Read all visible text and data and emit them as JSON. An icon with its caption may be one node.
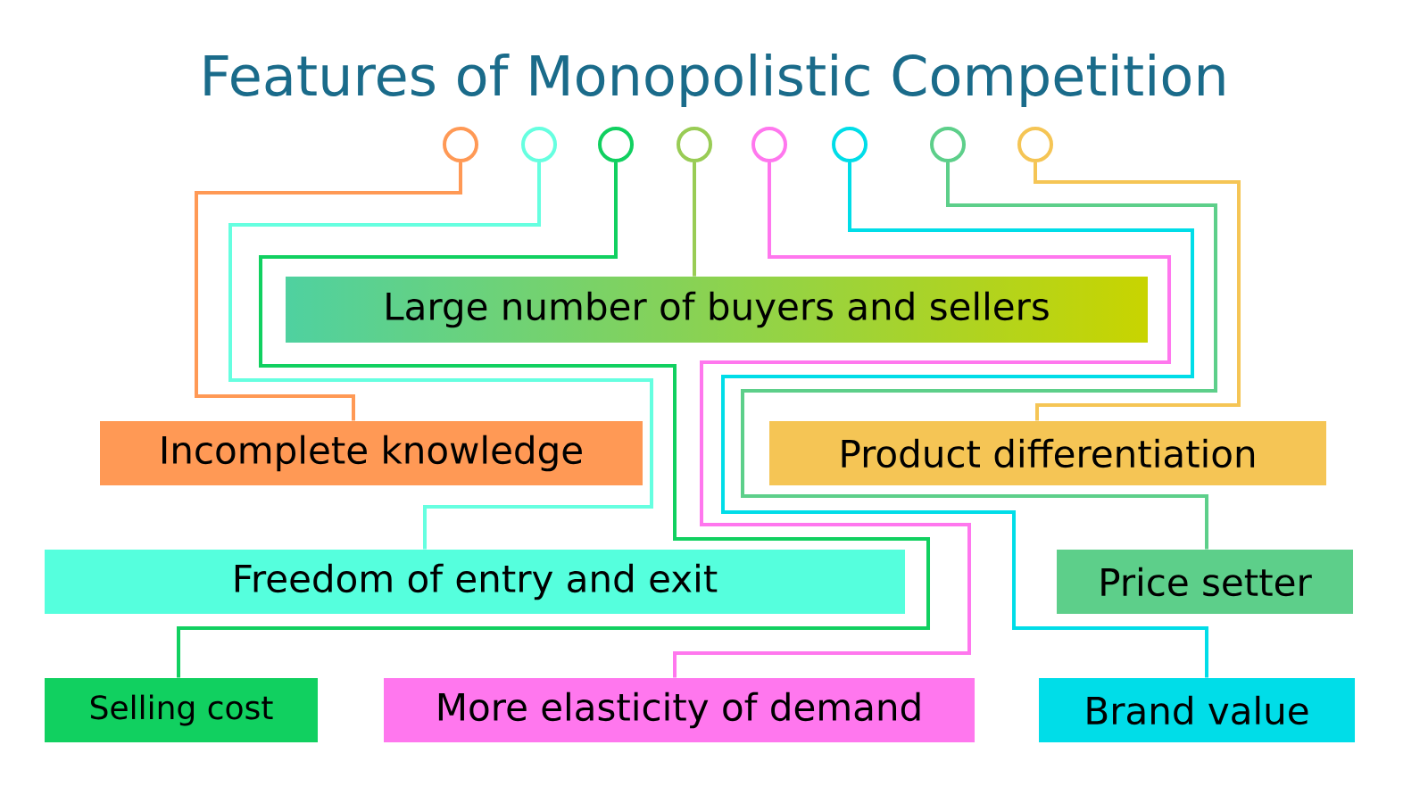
{
  "diagram": {
    "title": "Features of Monopolistic Competition",
    "nodes": [
      {
        "text": [],
        "shape": "circle"
      },
      {
        "text": [],
        "shape": "circle"
      },
      {
        "text": [],
        "shape": "circle"
      },
      {
        "text": [],
        "shape": "circle"
      },
      {
        "text": [],
        "shape": "circle"
      },
      {
        "text": [],
        "shape": "circle"
      },
      {
        "text": [],
        "shape": "circle"
      },
      {
        "text": [],
        "shape": "circle"
      },
      {
        "text": [
          "Large number of buyers and sellers"
        ]
      },
      {
        "text": [
          "Incomplete knowledge"
        ]
      },
      {
        "text": [
          "Product differentiation"
        ]
      },
      {
        "text": [
          "Freedom of entry and exit"
        ]
      },
      {
        "text": [
          "Price setter"
        ]
      },
      {
        "text": [
          "Selling cost"
        ]
      },
      {
        "text": [
          "More elasticity of demand"
        ]
      },
      {
        "text": [
          "Brand value"
        ]
      }
    ],
    "edges": [
      {
        "from": 0,
        "to": 9,
        "arrow": "none",
        "color": "#ff9955"
      },
      {
        "from": 1,
        "to": 11,
        "arrow": "none",
        "color": "#66ffe0"
      },
      {
        "from": 2,
        "to": 13,
        "arrow": "none",
        "color": "#11d060"
      },
      {
        "from": 3,
        "to": 8,
        "arrow": "none",
        "color": "#99cc55"
      },
      {
        "from": 4,
        "to": 14,
        "arrow": "none",
        "color": "#ff77ee"
      },
      {
        "from": 5,
        "to": 15,
        "arrow": "none",
        "color": "#00dde8"
      },
      {
        "from": 6,
        "to": 12,
        "arrow": "none",
        "color": "#5dcf8a"
      },
      {
        "from": 7,
        "to": 10,
        "arrow": "none",
        "color": "#f5c555"
      }
    ]
  }
}
